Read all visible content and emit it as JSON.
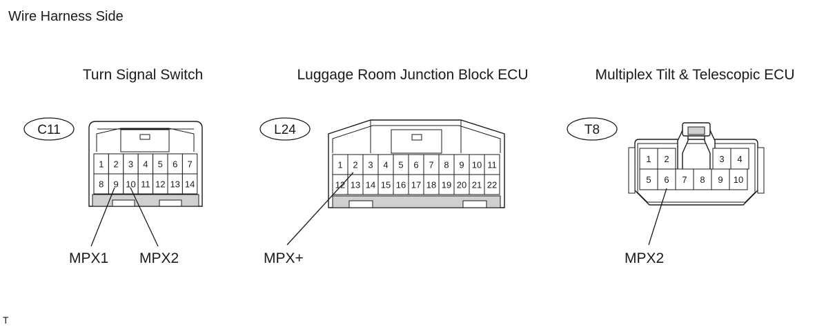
{
  "heading": "Wire Harness Side",
  "corner_mark": "T",
  "connectors": [
    {
      "id": "c11",
      "title": "Turn Signal Switch",
      "code": "C11",
      "pins_top": [
        "1",
        "2",
        "3",
        "4",
        "5",
        "6",
        "7"
      ],
      "pins_bottom": [
        "8",
        "9",
        "10",
        "11",
        "12",
        "13",
        "14"
      ],
      "signals": [
        {
          "label": "MPX1",
          "pin": "9"
        },
        {
          "label": "MPX2",
          "pin": "10"
        }
      ]
    },
    {
      "id": "l24",
      "title": "Luggage Room Junction Block ECU",
      "code": "L24",
      "pins_top": [
        "1",
        "2",
        "3",
        "4",
        "5",
        "6",
        "7",
        "8",
        "9",
        "10",
        "11"
      ],
      "pins_bottom": [
        "12",
        "13",
        "14",
        "15",
        "16",
        "17",
        "18",
        "19",
        "20",
        "21",
        "22"
      ],
      "signals": [
        {
          "label": "MPX+",
          "pin": "2"
        }
      ]
    },
    {
      "id": "t8",
      "title": "Multiplex Tilt & Telescopic ECU",
      "code": "T8",
      "pins_top": [
        "1",
        "2",
        "3",
        "4"
      ],
      "pins_bottom": [
        "5",
        "6",
        "7",
        "8",
        "9",
        "10"
      ],
      "signals": [
        {
          "label": "MPX2",
          "pin": "6"
        }
      ]
    }
  ]
}
